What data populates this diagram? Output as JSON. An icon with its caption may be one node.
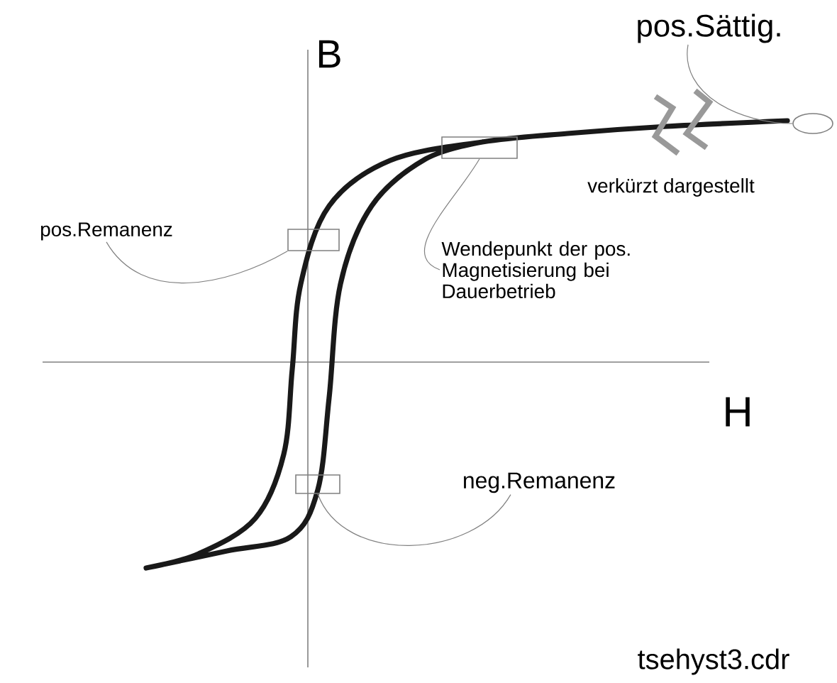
{
  "diagram": {
    "nodes": [
      {
        "text": [
          "pos.Sättig."
        ]
      },
      {
        "text": [],
        "shape": "ellipse"
      },
      {
        "text": [
          "pos.Remanenz"
        ]
      },
      {
        "text": [],
        "shape": "box"
      },
      {
        "text": [
          "Wendepunkt der pos. Magnetisierung bei Dauerbetrieb"
        ]
      },
      {
        "text": [],
        "shape": "box"
      },
      {
        "text": [
          "neg.Remanenz"
        ]
      },
      {
        "text": [],
        "shape": "box"
      }
    ],
    "edges": [
      {
        "from": 0,
        "to": 1,
        "arrow": "none"
      },
      {
        "from": 2,
        "to": 3,
        "arrow": "none"
      },
      {
        "from": 4,
        "to": 5,
        "arrow": "none"
      },
      {
        "from": 6,
        "to": 7,
        "arrow": "none"
      }
    ],
    "labels": [
      "B",
      "H",
      "verkürzt dargestellt",
      "tsehyst3.cdr"
    ]
  }
}
